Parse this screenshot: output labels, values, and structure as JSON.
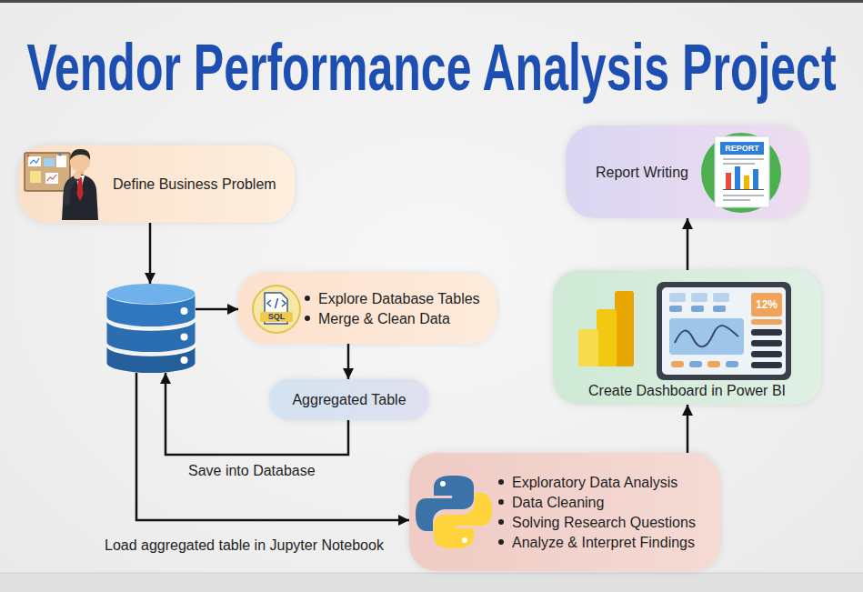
{
  "diagram": {
    "title": "Vendor Performance Analysis Project",
    "nodes": [
      {
        "text": [
          "Define Business Problem"
        ]
      },
      {
        "text": []
      },
      {
        "text": [
          "Explore Database Tables",
          "Merge & Clean Data"
        ]
      },
      {
        "text": [
          "Aggregated Table"
        ]
      },
      {
        "text": [
          "Exploratory Data Analysis",
          "Data Cleaning",
          "Solving Research Questions",
          "Analyze & Interpret Findings"
        ]
      },
      {
        "text": [
          "Create Dashboard in Power BI"
        ]
      },
      {
        "text": [
          "Report Writing"
        ]
      }
    ],
    "edges": [
      {
        "from": 0,
        "to": 1,
        "arrow": "to"
      },
      {
        "from": 1,
        "to": 2,
        "arrow": "to"
      },
      {
        "from": 2,
        "to": 3,
        "arrow": "to"
      },
      {
        "from": 3,
        "to": 1,
        "label": "Save into Database",
        "arrow": "to"
      },
      {
        "from": 1,
        "to": 4,
        "label": "Load aggregated table in Jupyter Notebook",
        "arrow": "to"
      },
      {
        "from": 4,
        "to": 5,
        "arrow": "to"
      },
      {
        "from": 5,
        "to": 6,
        "arrow": "to"
      }
    ],
    "labels": [
      "SQL",
      "12%",
      "REPORT"
    ]
  }
}
